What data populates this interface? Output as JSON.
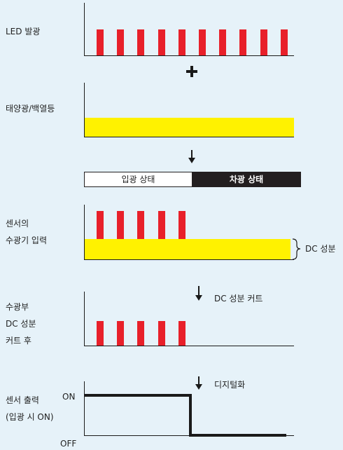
{
  "colors": {
    "background": "#e6f2f9",
    "pulse": "#e8202a",
    "ambient": "#fff200",
    "axis": "#1a1a1a",
    "dark_box": "#231f20"
  },
  "panel1": {
    "label": "LED 발광",
    "pulse_count": 10
  },
  "operator": {
    "symbol": "plus-icon"
  },
  "panel2": {
    "label": "태양광/백열등"
  },
  "arrow1": {
    "icon": "down-arrow-icon"
  },
  "state_bar": {
    "light_on": "입광 상태",
    "light_off": "차광 상태"
  },
  "panel3": {
    "label_line1": "센서의",
    "label_line2": "수광기 입력",
    "dc_label": "DC 성분",
    "pulse_count": 5
  },
  "arrow2": {
    "icon": "down-arrow-icon",
    "text": "DC 성분 커트"
  },
  "panel4": {
    "label_line1": "수광부",
    "label_line2": "DC 성분",
    "label_line3": "커트 후",
    "pulse_count": 5
  },
  "arrow3": {
    "icon": "down-arrow-icon",
    "text": "디지털화"
  },
  "panel5": {
    "label_line1": "센서 출력",
    "label_line2": "(입광 시 ON)",
    "on_label": "ON",
    "off_label": "OFF"
  }
}
